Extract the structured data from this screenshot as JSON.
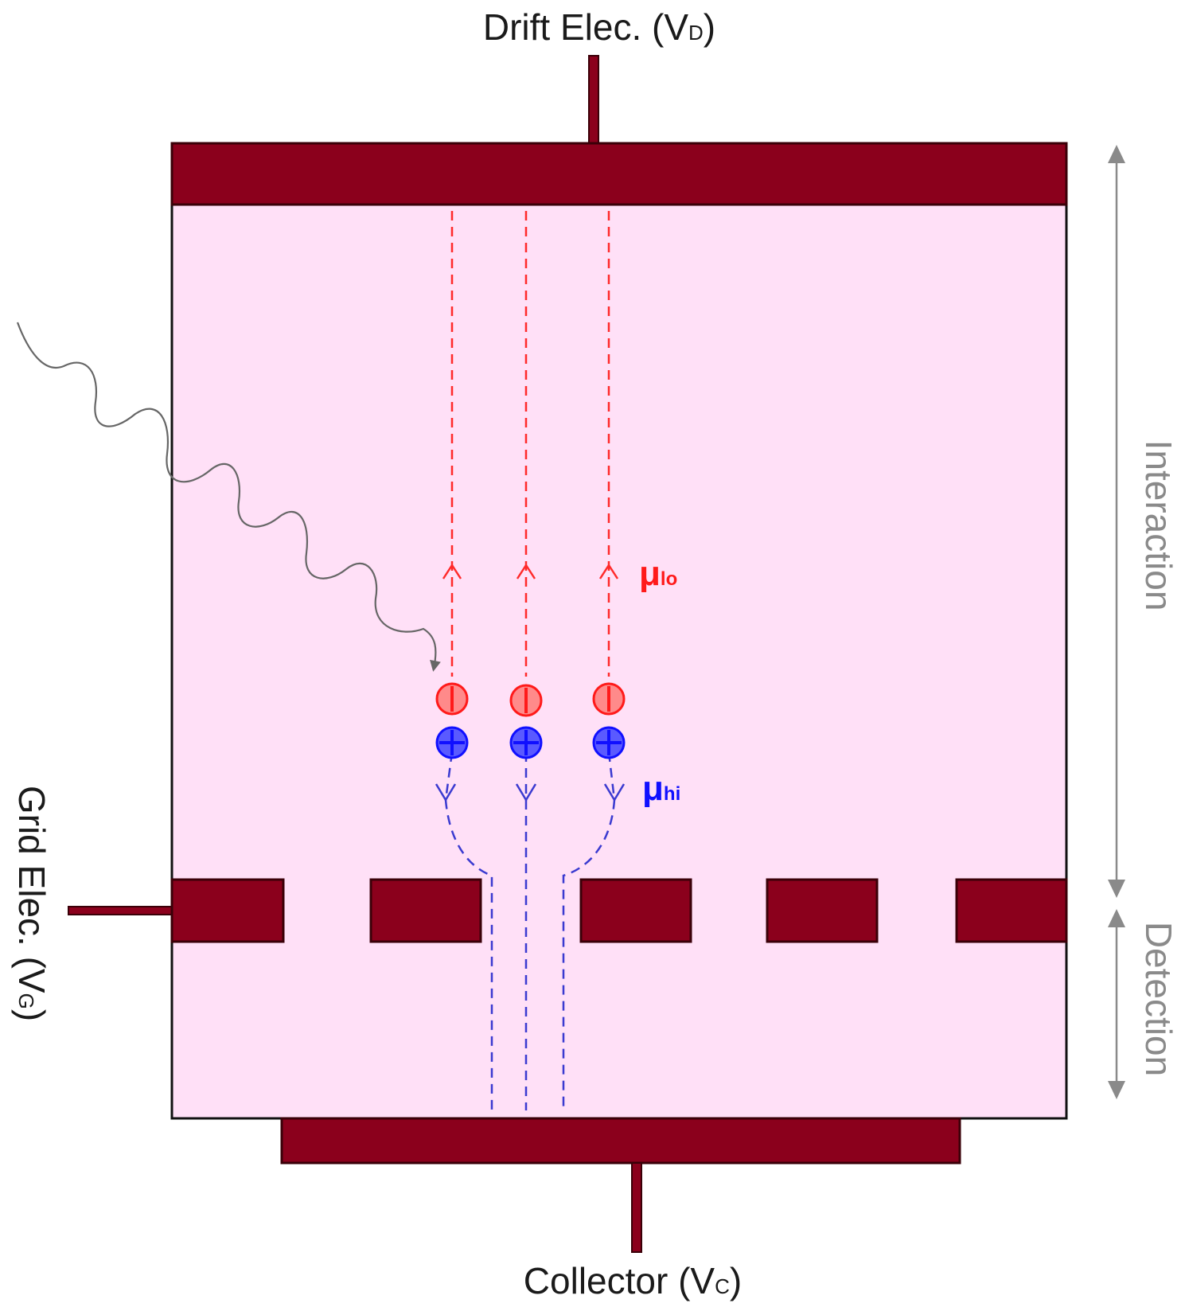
{
  "labels": {
    "drift": {
      "text": "Drift Elec. (V",
      "sub": "D",
      "close": ")"
    },
    "grid": {
      "text": "Grid Elec. (V",
      "sub": "G",
      "close": ")"
    },
    "collector": {
      "text": "Collector (V",
      "sub": "C",
      "close": ")"
    },
    "interaction": "Interaction",
    "detection": "Detection",
    "mu_lo": {
      "symbol": "μ",
      "sub": "lo"
    },
    "mu_hi": {
      "symbol": "μ",
      "sub": "hi"
    }
  },
  "charges": {
    "negative": "−",
    "positive": "+"
  },
  "colors": {
    "electrode": "#8b001c",
    "gas": "#ffe0f7",
    "electron": "#ff2a2a",
    "ion": "#1010ff",
    "ion_path": "#3a3ad0",
    "photon": "#666666",
    "dimension": "#8a8a8a"
  },
  "icons": [
    "photon-wave-arrow",
    "electron-charge-icon",
    "ion-charge-icon",
    "double-headed-arrow"
  ]
}
